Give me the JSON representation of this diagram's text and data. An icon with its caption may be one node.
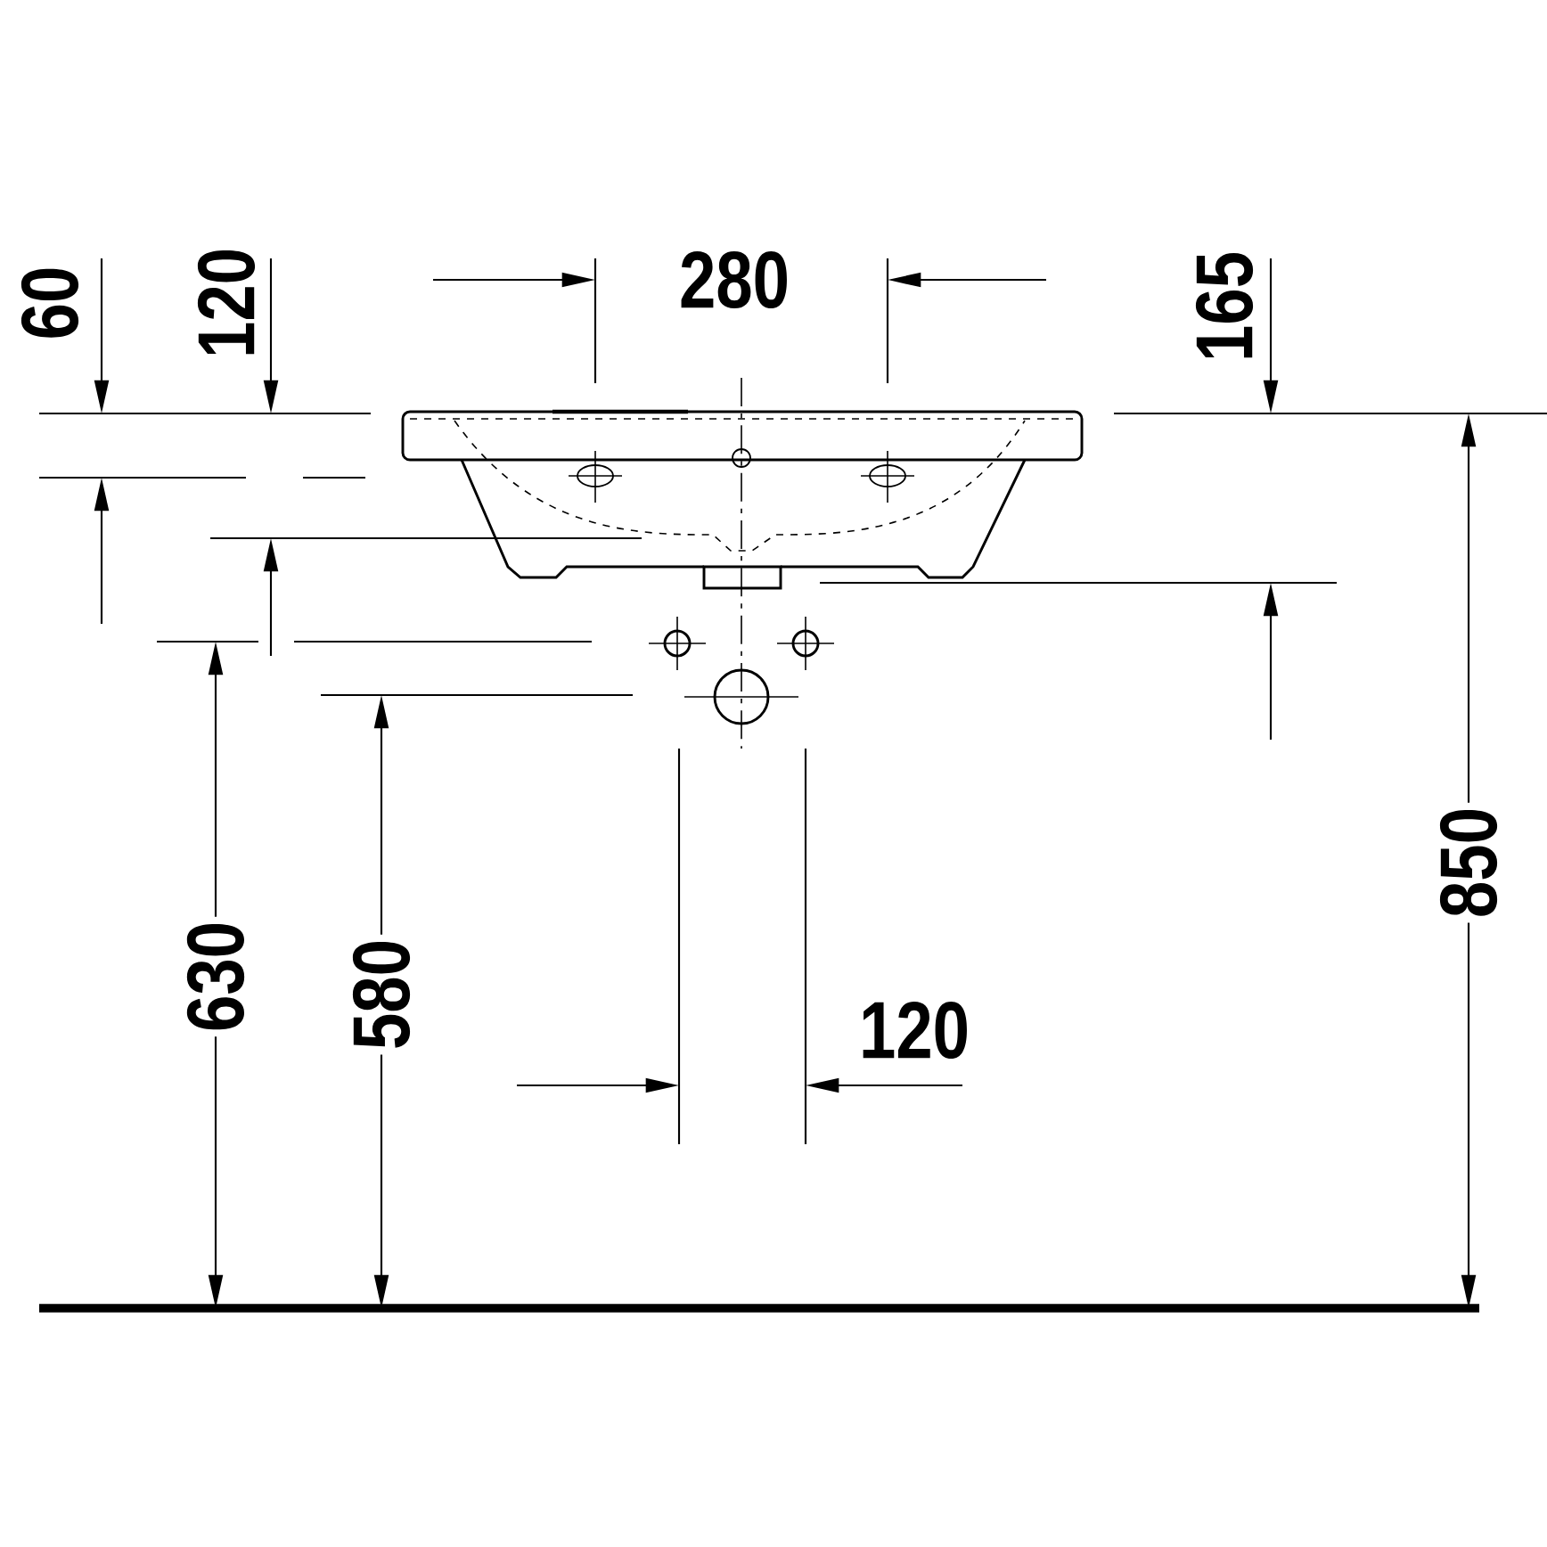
{
  "diagram": {
    "labels": [
      "60",
      "120",
      "280",
      "165",
      "850",
      "630",
      "580",
      "120"
    ]
  }
}
